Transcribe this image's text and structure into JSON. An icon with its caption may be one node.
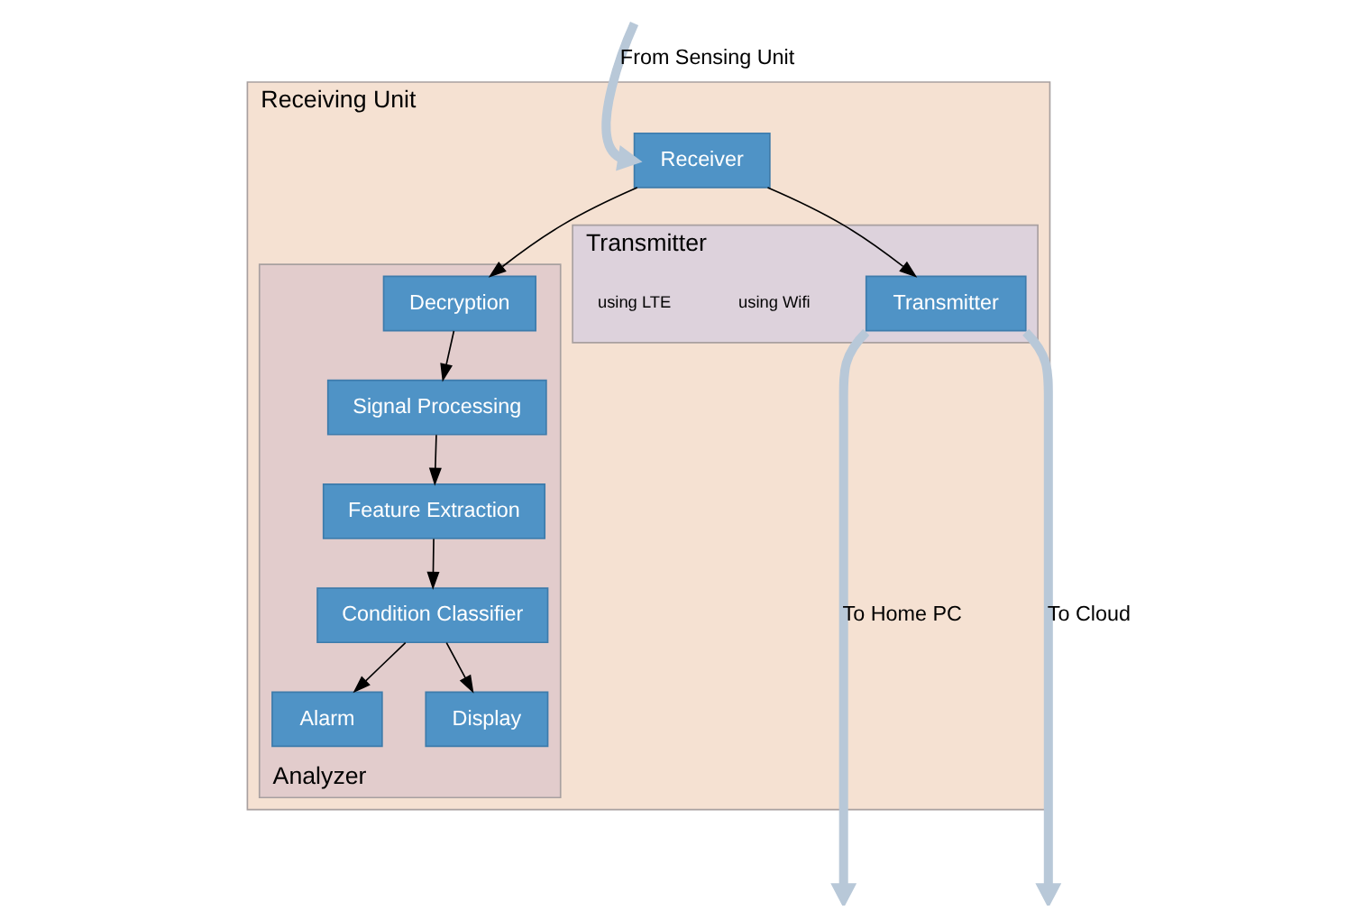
{
  "diagram": {
    "nodes": [
      {
        "text": [
          "Receiving Unit"
        ]
      },
      {
        "text": [
          "Analyzer"
        ],
        "in": 0
      },
      {
        "text": [
          "Alarm"
        ],
        "in": 1
      },
      {
        "text": [
          "Display"
        ],
        "in": 1
      },
      {
        "text": [
          "Condition Classifier"
        ],
        "in": 1
      },
      {
        "text": [
          "Feature Extraction"
        ],
        "in": 1
      },
      {
        "text": [
          "Signal Processing"
        ],
        "in": 1
      },
      {
        "text": [
          "Decryption"
        ],
        "in": 1
      },
      {
        "text": [
          "Receiver"
        ],
        "in": 0
      },
      {
        "text": [
          "Transmitter"
        ],
        "in": 0
      },
      {
        "text": [
          "Transmitter"
        ],
        "in": 9
      }
    ],
    "edges": [
      {
        "from": null,
        "to": 8,
        "arrow": "to",
        "label": "From Sensing Unit",
        "style": "thick",
        "color": "#b8c8d8"
      },
      {
        "from": 8,
        "to": 10,
        "arrow": "to"
      },
      {
        "from": 8,
        "to": 7,
        "arrow": "to"
      },
      {
        "from": 7,
        "to": 6,
        "arrow": "to"
      },
      {
        "from": 6,
        "to": 5,
        "arrow": "to"
      },
      {
        "from": 5,
        "to": 4,
        "arrow": "to"
      },
      {
        "from": 4,
        "to": 2,
        "arrow": "to"
      },
      {
        "from": 4,
        "to": 3,
        "arrow": "to"
      },
      {
        "from": 10,
        "to": null,
        "arrow": "to",
        "label": "To Home PC",
        "style": "thick",
        "color": "#b8c8d8"
      },
      {
        "from": 10,
        "to": null,
        "arrow": "to",
        "label": "To Cloud",
        "style": "thick",
        "color": "#b8c8d8"
      }
    ],
    "labels": [
      "using Wifi",
      "using LTE"
    ]
  }
}
